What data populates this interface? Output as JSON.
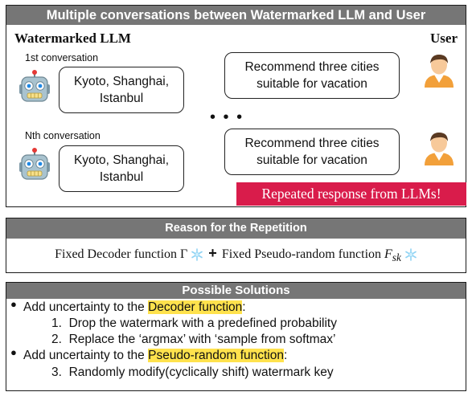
{
  "conversations_panel": {
    "title": "Multiple conversations between Watermarked LLM and User",
    "llm_label": "Watermarked LLM",
    "user_label": "User",
    "conversations": [
      {
        "label": "1st conversation",
        "prompt": "Recommend three cities suitable for vacation",
        "response": "Kyoto, Shanghai, Istanbul"
      },
      {
        "label": "Nth conversation",
        "prompt": "Recommend three cities suitable for vacation",
        "response": "Kyoto, Shanghai, Istanbul"
      }
    ],
    "ellipsis": "• • •",
    "alert": "Repeated response from LLMs!"
  },
  "reason_panel": {
    "title": "Reason for the Repetition",
    "part1": "Fixed Decoder function Γ",
    "plus": "+",
    "part2_prefix": "Fixed Pseudo-random function ",
    "part2_var": "F",
    "part2_sub": "sk"
  },
  "solutions_panel": {
    "title": "Possible Solutions",
    "bullets": [
      {
        "prefix": "Add uncertainty to the ",
        "highlight": "Decoder function",
        "suffix": ":"
      },
      {
        "prefix": "Add uncertainty to the ",
        "highlight": "Pseudo-random function",
        "suffix": ":"
      }
    ],
    "items": [
      {
        "num": "1.",
        "text": "Drop the watermark with a predefined probability"
      },
      {
        "num": "2.",
        "text": "Replace the ‘argmax’ with ‘sample from softmax’"
      },
      {
        "num": "3.",
        "text": "Randomly modify(cyclically shift) watermark key"
      }
    ]
  },
  "icons": {
    "robot": "robot-icon",
    "user": "user-avatar-icon",
    "frozen": "snowflake-icon"
  },
  "colors": {
    "header_gray": "#767676",
    "alert_red": "#d91c4b",
    "highlight_yellow": "#ffe24d",
    "snow_blue": "#8fd3f4"
  }
}
